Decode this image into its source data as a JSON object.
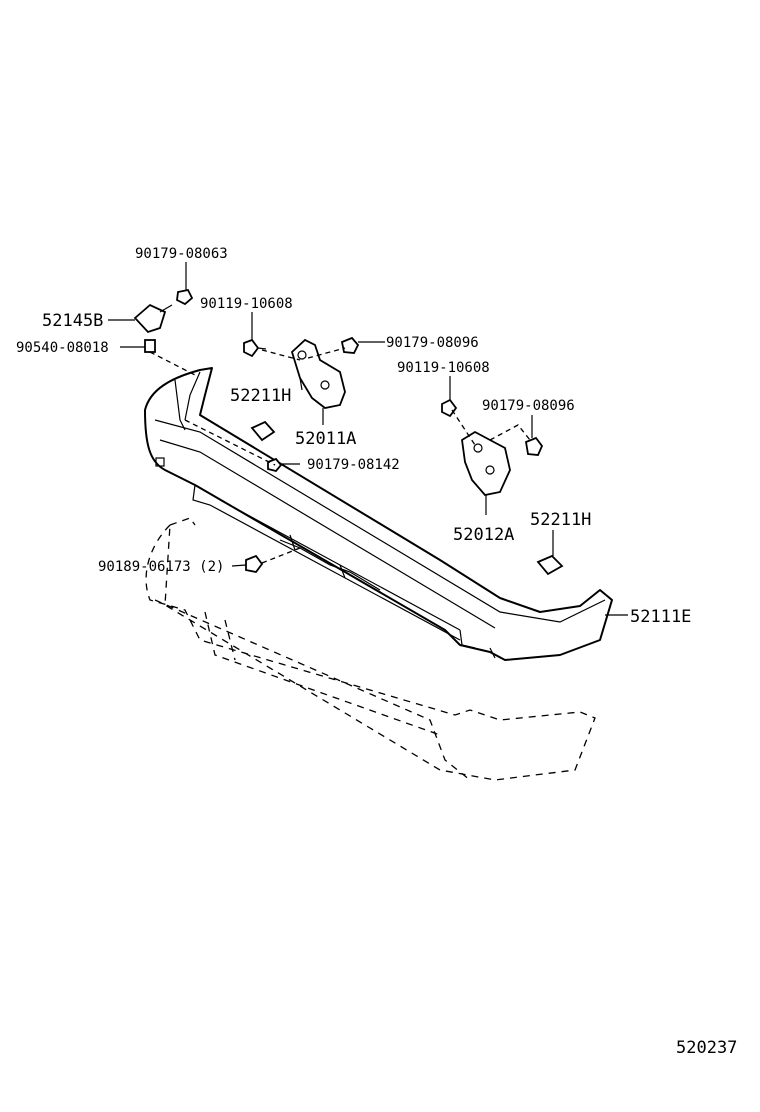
{
  "diagram_number": "520237",
  "labels": {
    "bolt_top": "90179-08063",
    "bracket_left_small": "52145B",
    "clip_left": "90540-08018",
    "bolt_left_bracket": "90119-10608",
    "nut_left_bracket": "90179-08096",
    "retainer_left": "52211H",
    "bracket_left": "52011A",
    "nut_lower": "90179-08142",
    "bolt_right_bracket": "90119-10608",
    "nut_right_bracket": "90179-08096",
    "bracket_right": "52012A",
    "retainer_right": "52211H",
    "clip_cover": "90189-06173 (2)",
    "bumper_bar": "52111E"
  }
}
